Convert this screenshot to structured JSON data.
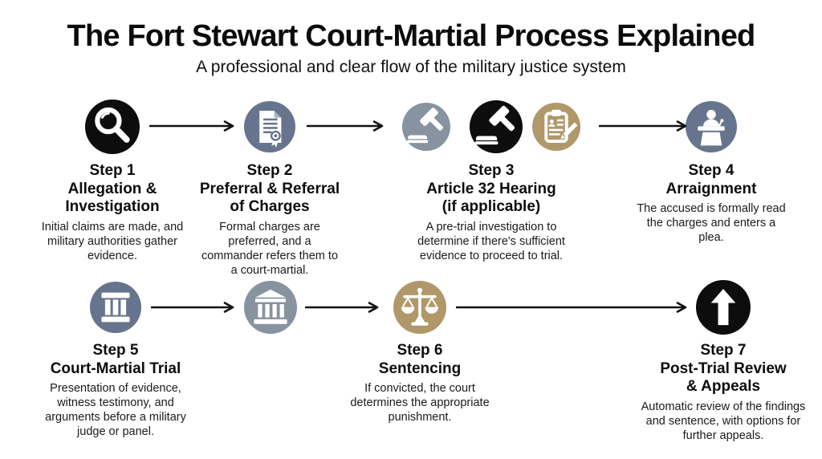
{
  "header": {
    "title": "The Fort Stewart Court-Martial Process Explained",
    "subtitle": "A professional and clear flow of the military justice system"
  },
  "colors": {
    "black": "#0D0D0D",
    "slate": "#67748E",
    "gray": "#8793A0",
    "tan": "#B0986A",
    "arrow": "#111111",
    "background": "#FFFFFF"
  },
  "steps": [
    {
      "label": "Step 1",
      "title": "Allegation &\nInvestigation",
      "description": "Initial claims are made, and military authorities gather evidence.",
      "icons": [
        {
          "name": "magnifier-icon",
          "color": "black"
        }
      ]
    },
    {
      "label": "Step 2",
      "title": "Preferral & Referral\nof Charges",
      "description": "Formal charges are preferred, and a commander refers them to a court-martial.",
      "icons": [
        {
          "name": "document-seal-icon",
          "color": "slate"
        }
      ]
    },
    {
      "label": "Step 3",
      "title": "Article 32 Hearing\n(if applicable)",
      "description": "A pre-trial investigation to determine if there's sufficient evidence to proceed to trial.",
      "icons": [
        {
          "name": "gavel-icon",
          "color": "gray"
        },
        {
          "name": "gavel-icon",
          "color": "black"
        },
        {
          "name": "clipboard-pencil-icon",
          "color": "tan"
        }
      ]
    },
    {
      "label": "Step 4",
      "title": "Arraignment",
      "description": "The accused is formally read the charges and enters a plea.",
      "icons": [
        {
          "name": "podium-speaker-icon",
          "color": "slate"
        }
      ]
    },
    {
      "label": "Step 5",
      "title": "Court-Martial Trial",
      "description": "Presentation of evidence, witness testimony, and arguments before a military judge or panel.",
      "icons": [
        {
          "name": "columns-icon",
          "color": "slate"
        }
      ]
    },
    {
      "label": "Step 6",
      "title": "Sentencing",
      "description": "If convicted, the court determines the appropriate punishment.",
      "icons": [
        {
          "name": "scales-of-justice-icon",
          "color": "tan"
        }
      ]
    },
    {
      "label": "Step 7",
      "title": "Post-Trial Review\n& Appeals",
      "description": "Automatic review of the findings and sentence, with options for further appeals.",
      "icons": [
        {
          "name": "arrow-up-icon",
          "color": "black"
        }
      ]
    }
  ],
  "connector": {
    "icon": "courthouse-icon",
    "color": "gray"
  }
}
